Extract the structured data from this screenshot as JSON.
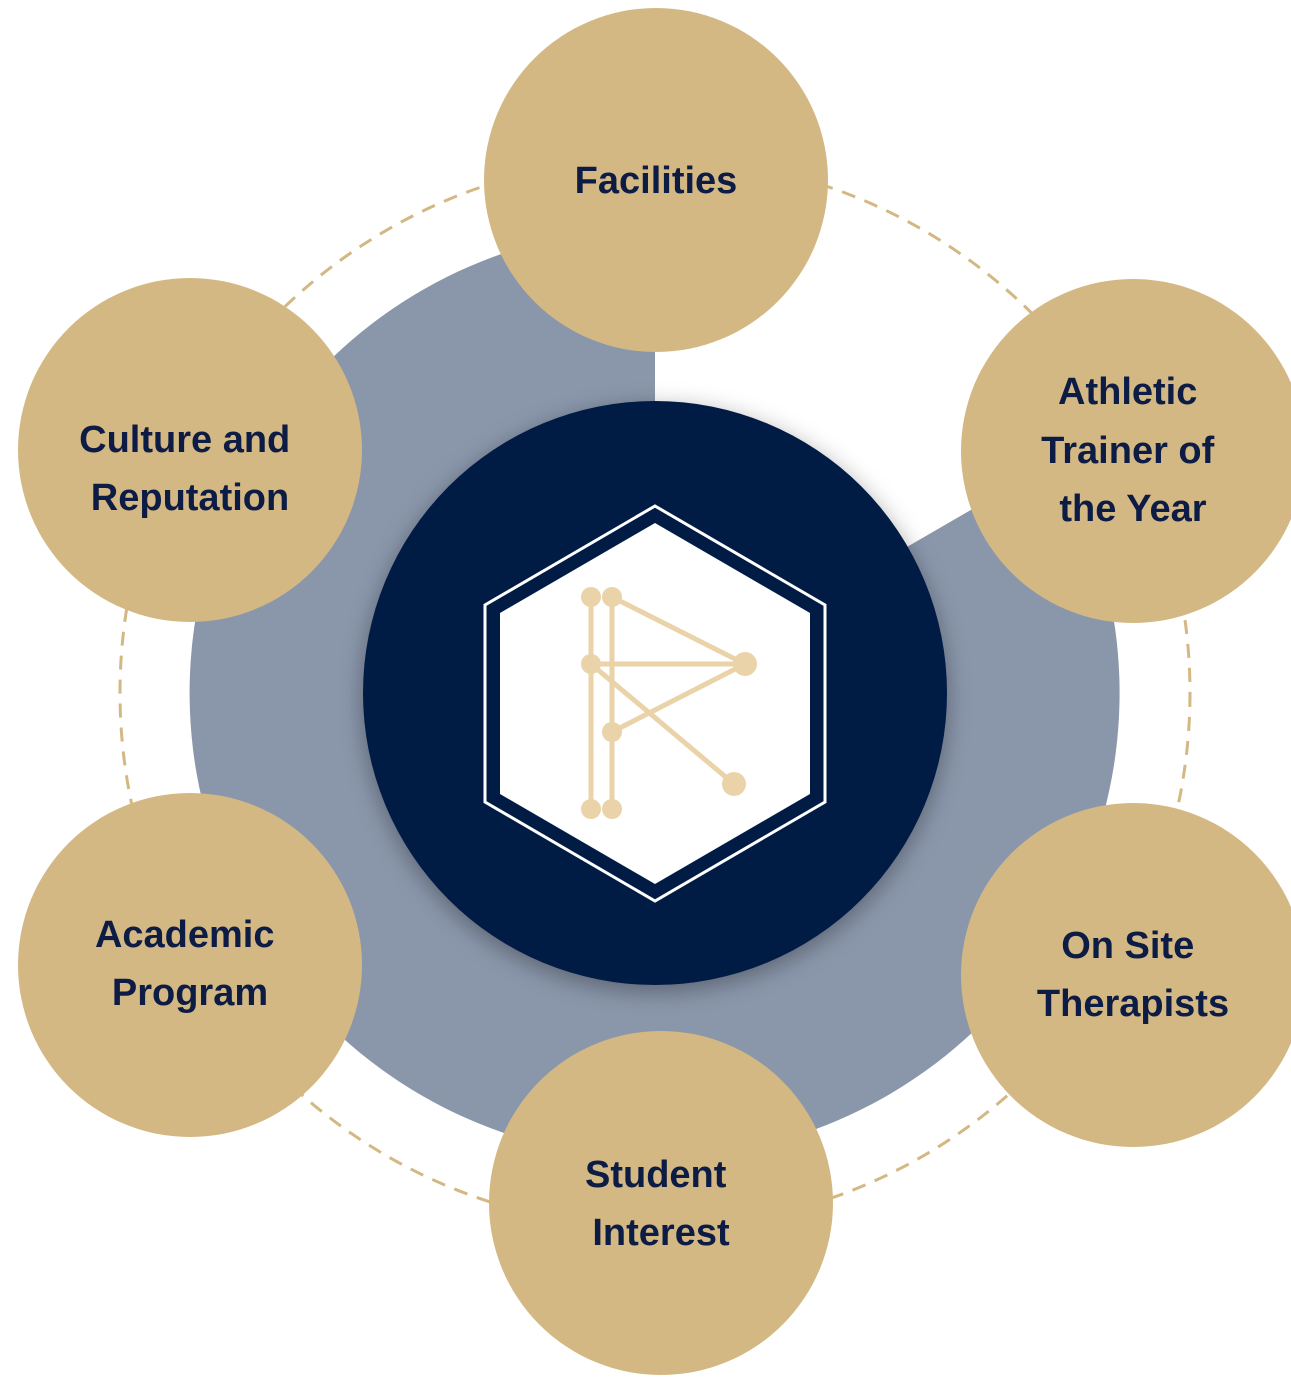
{
  "colors": {
    "navy": "#001a44",
    "slate": "#8a97ab",
    "gold": "#d4b883",
    "label_text": "#0d1c45",
    "logo_line": "#ead3a8",
    "background": "#ffffff"
  },
  "center": {
    "logo_icon": "r-network-monogram-icon"
  },
  "nodes": [
    {
      "id": "facilities",
      "lines": [
        "Facilities"
      ]
    },
    {
      "id": "athletic-trainer",
      "lines": [
        "Athletic",
        "Trainer of",
        "the Year"
      ]
    },
    {
      "id": "on-site-therapists",
      "lines": [
        "On Site",
        "Therapists"
      ]
    },
    {
      "id": "student-interest",
      "lines": [
        "Student",
        "Interest"
      ]
    },
    {
      "id": "academic-program",
      "lines": [
        "Academic",
        "Program"
      ]
    },
    {
      "id": "culture-reputation",
      "lines": [
        "Culture and",
        "Reputation"
      ]
    }
  ]
}
